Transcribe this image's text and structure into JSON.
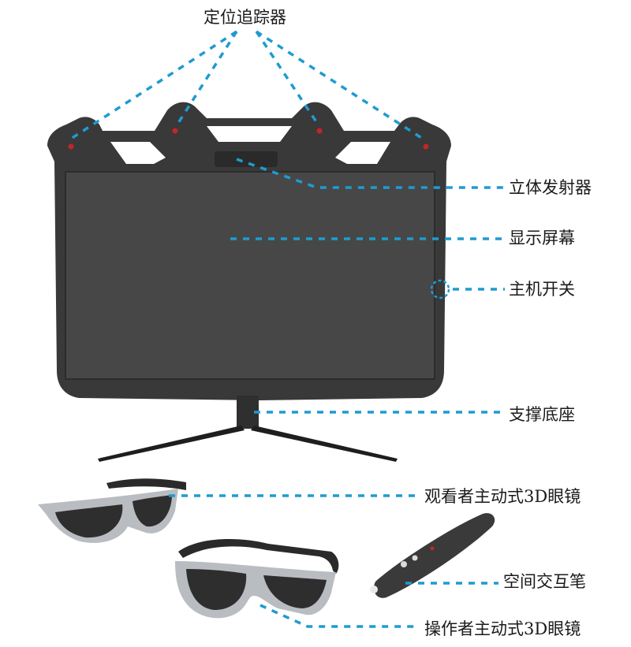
{
  "colors": {
    "leader": "#1f9bd1",
    "monitor_body": "#3a3a3a",
    "screen": "#4a4a4a",
    "led": "#c0262b",
    "glasses_lens": "#2e2e2e",
    "glasses_frame": "#b9bcc0"
  },
  "labels": {
    "tracker": "定位追踪器",
    "emitter": "立体发射器",
    "screen": "显示屏幕",
    "power": "主机开关",
    "base": "支撑底座",
    "viewer_glasses": "观看者主动式3D眼镜",
    "stylus": "空间交互笔",
    "operator_glasses": "操作者主动式3D眼镜"
  }
}
